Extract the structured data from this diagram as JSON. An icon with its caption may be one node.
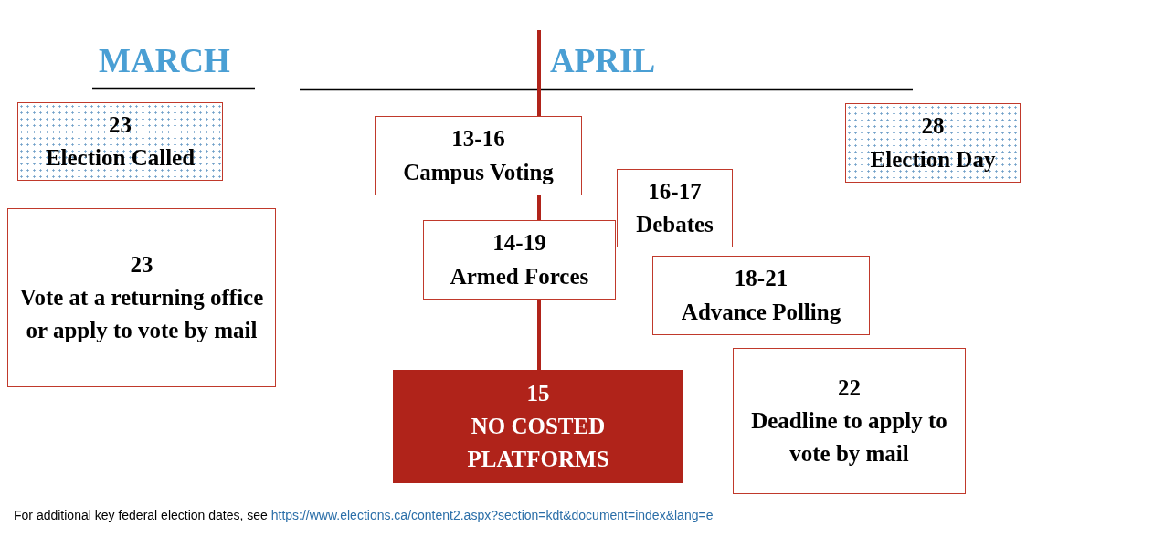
{
  "diagram": {
    "nodes": [
      {
        "text": [
          "23",
          "Election Called"
        ]
      },
      {
        "text": [
          "23",
          "Vote at a returning office or apply to vote by mail"
        ]
      },
      {
        "text": [
          "13-16",
          "Campus Voting"
        ]
      },
      {
        "text": [
          "16-17",
          "Debates"
        ]
      },
      {
        "text": [
          "14-19",
          "Armed Forces"
        ]
      },
      {
        "text": [
          "18-21",
          "Advance Polling"
        ]
      },
      {
        "text": [
          "15",
          "NO COSTED PLATFORMS"
        ]
      },
      {
        "text": [
          "22",
          "Deadline to apply to vote by mail"
        ]
      },
      {
        "text": [
          "28",
          "Election Day"
        ]
      }
    ],
    "labels": [
      "MARCH",
      "APRIL",
      "For additional key federal election dates, see",
      "https://www.elections.ca/content2.aspx?section=kdt&document=index&lang=e"
    ]
  }
}
